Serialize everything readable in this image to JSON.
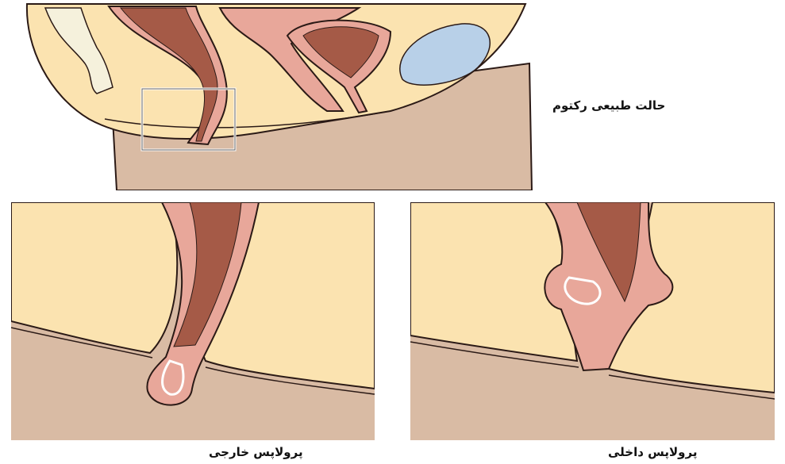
{
  "captions": {
    "normal": "حالت طبیعی رکتوم",
    "external": "پرولاپس خارجی",
    "internal": "پرولاپس داخلی"
  },
  "colors": {
    "tissue": "#fbe3b0",
    "skin": "#d9bba4",
    "rectum_wall": "#e8a79a",
    "rectum_lumen": "#a55a47",
    "bladder": "#b8d0e8",
    "bone": "#f5f1dc",
    "outline": "#2b1a16"
  }
}
